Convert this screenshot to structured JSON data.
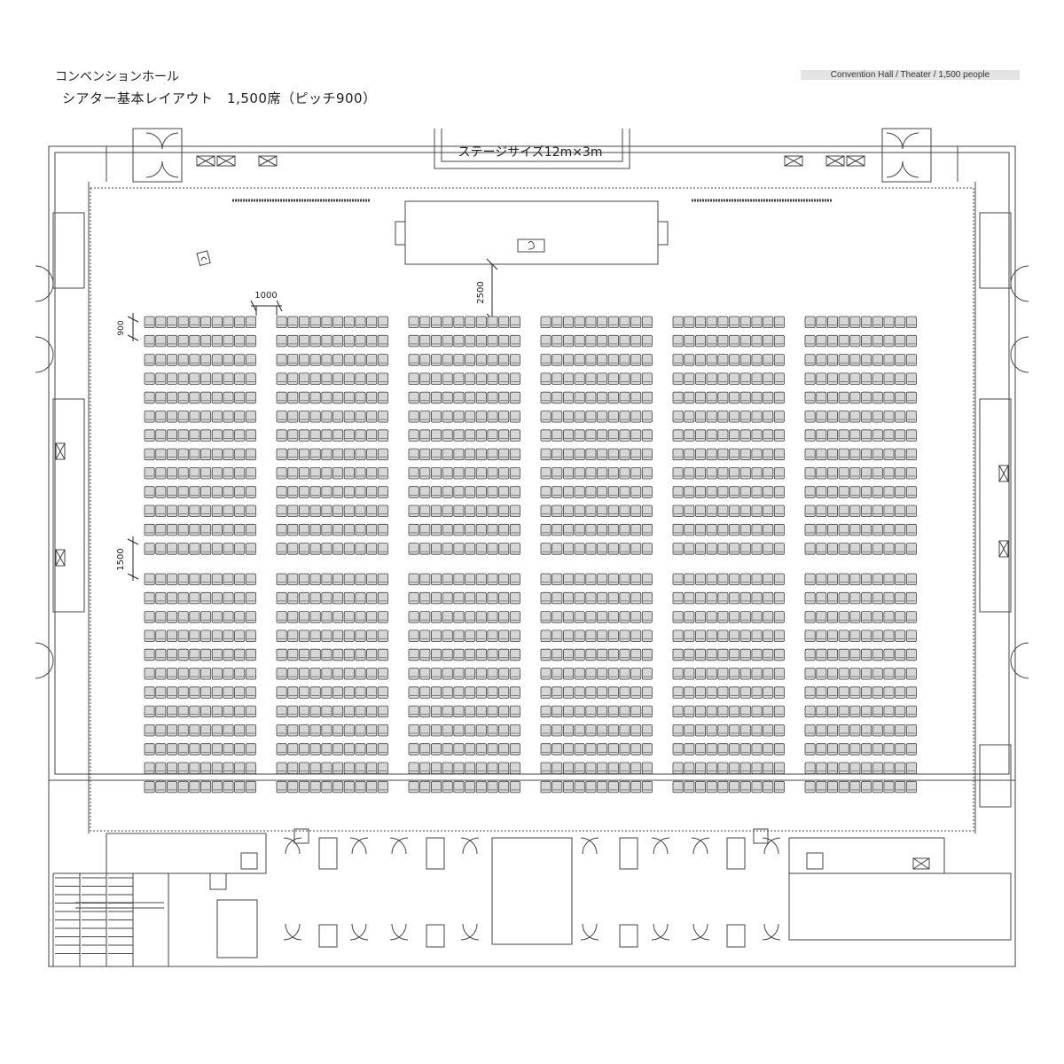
{
  "header": {
    "title_line1": "コンベンションホール",
    "title_line2": "シアター基本レイアウト　1,500席（ピッチ900）",
    "caption": "Convention Hall / Theater / 1,500 people"
  },
  "stage": {
    "label": "ステージサイズ12m×3m"
  },
  "dimensions": {
    "aisle_width": "1000",
    "stage_clearance": "2500",
    "row_pitch": "900",
    "cross_aisle": "1500"
  },
  "seating": {
    "blocks": 6,
    "seats_per_row": 10,
    "rows_front_section": 13,
    "rows_rear_section": 12
  },
  "colors": {
    "line": "#444444",
    "seat_fill": "#d6d6d6",
    "caption_bg": "#e3e3e3"
  }
}
